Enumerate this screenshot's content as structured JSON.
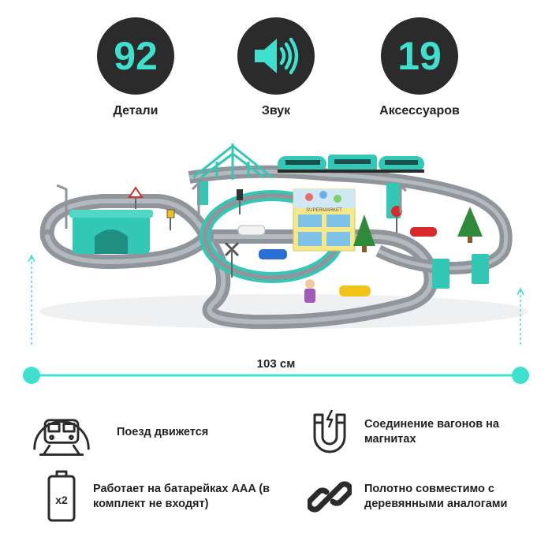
{
  "stats": [
    {
      "value": "92",
      "label": "Детали"
    },
    {
      "value": "",
      "label": "Звук",
      "icon": "speaker-icon"
    },
    {
      "value": "19",
      "label": "Аксессуаров"
    }
  ],
  "dimension": {
    "label": "103 см"
  },
  "features": [
    {
      "text": "Поезд движется",
      "icon": "train-icon"
    },
    {
      "text": "Соединение вагонов на магнитах",
      "icon": "magnet-icon"
    },
    {
      "text": "Работает на батарейках AAA (в комплект не входят)",
      "icon": "battery-icon"
    },
    {
      "text": "Полотно совместимо с деревянными аналогами",
      "icon": "chain-link-icon"
    }
  ],
  "scene": {
    "shop_sign": "SUPERMARKET"
  },
  "colors": {
    "accent": "#3fe0cf",
    "dark": "#2b2b2b",
    "turquoise": "#33c7b5",
    "track": "#8f959b"
  }
}
